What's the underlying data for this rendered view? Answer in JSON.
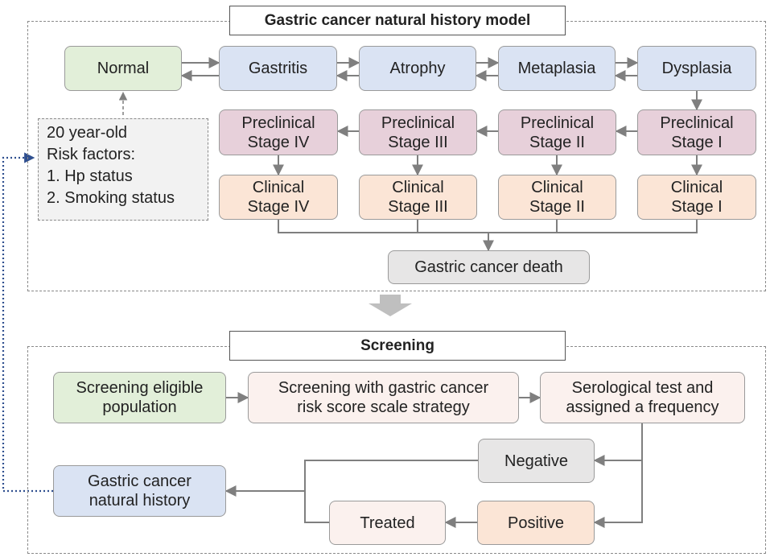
{
  "colors": {
    "normal": "#e2efd9",
    "stage_blue": "#dae3f3",
    "preclinical": "#e7d0da",
    "clinical": "#fbe5d6",
    "death": "#e7e6e6",
    "connector": "#7f7f7f",
    "feedback_link": "#2f4f8f"
  },
  "natural_history": {
    "title": "Gastric cancer natural history model",
    "states": {
      "normal": "Normal",
      "gastritis": "Gastritis",
      "atrophy": "Atrophy",
      "metaplasia": "Metaplasia",
      "dysplasia": "Dysplasia"
    },
    "preclinical": {
      "stage4": "Preclinical\nStage IV",
      "stage3": "Preclinical\nStage III",
      "stage2": "Preclinical\nStage II",
      "stage1": "Preclinical\nStage I"
    },
    "clinical": {
      "stage4": "Clinical\nStage IV",
      "stage3": "Clinical\nStage III",
      "stage2": "Clinical\nStage II",
      "stage1": "Clinical\nStage I"
    },
    "death": "Gastric cancer death",
    "cohort_note": "20 year-old\nRisk factors:\n1. Hp status\n2. Smoking status"
  },
  "screening": {
    "title": "Screening",
    "eligible": "Screening eligible\npopulation",
    "strategy": "Screening with gastric cancer\nrisk score scale strategy",
    "serological": "Serological test and\nassigned a frequency",
    "negative": "Negative",
    "positive": "Positive",
    "treated": "Treated",
    "natural_history": "Gastric cancer\nnatural history"
  }
}
